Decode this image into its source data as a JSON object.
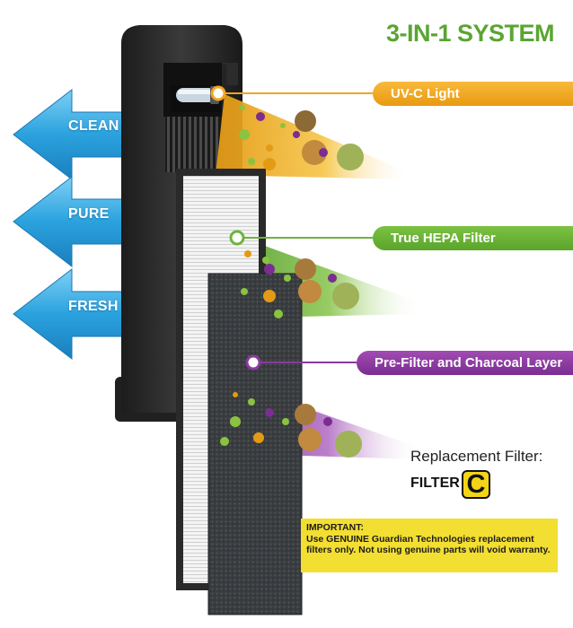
{
  "title": "3-IN-1 SYSTEM",
  "stages": [
    {
      "label": "UV-C Light",
      "color": "#f0a623",
      "icon": "uv-light-icon"
    },
    {
      "label": "True HEPA Filter",
      "color": "#6db33f",
      "icon": "hepa-filter-icon"
    },
    {
      "label": "Pre-Filter and Charcoal Layer",
      "color": "#8a3a9e",
      "icon": "charcoal-layer-icon"
    }
  ],
  "outputs": [
    "CLEAN",
    "PURE",
    "FRESH"
  ],
  "arrow_color": "#29a4df",
  "replacement": {
    "title": "Replacement Filter:",
    "filter_word": "FILTER",
    "filter_letter": "C",
    "badge_color": "#f4d417"
  },
  "notice": {
    "heading": "IMPORTANT:",
    "line1": "Use GENUINE Guardian Technologies replacement",
    "line2": "filters only. Not using genuine parts will void warranty.",
    "background": "#f3de32"
  },
  "icons": [
    "air-purifier-unit",
    "uv-bulb-icon",
    "hepa-filter-panel",
    "charcoal-filter-panel",
    "particle-icon",
    "leaf-icon"
  ]
}
